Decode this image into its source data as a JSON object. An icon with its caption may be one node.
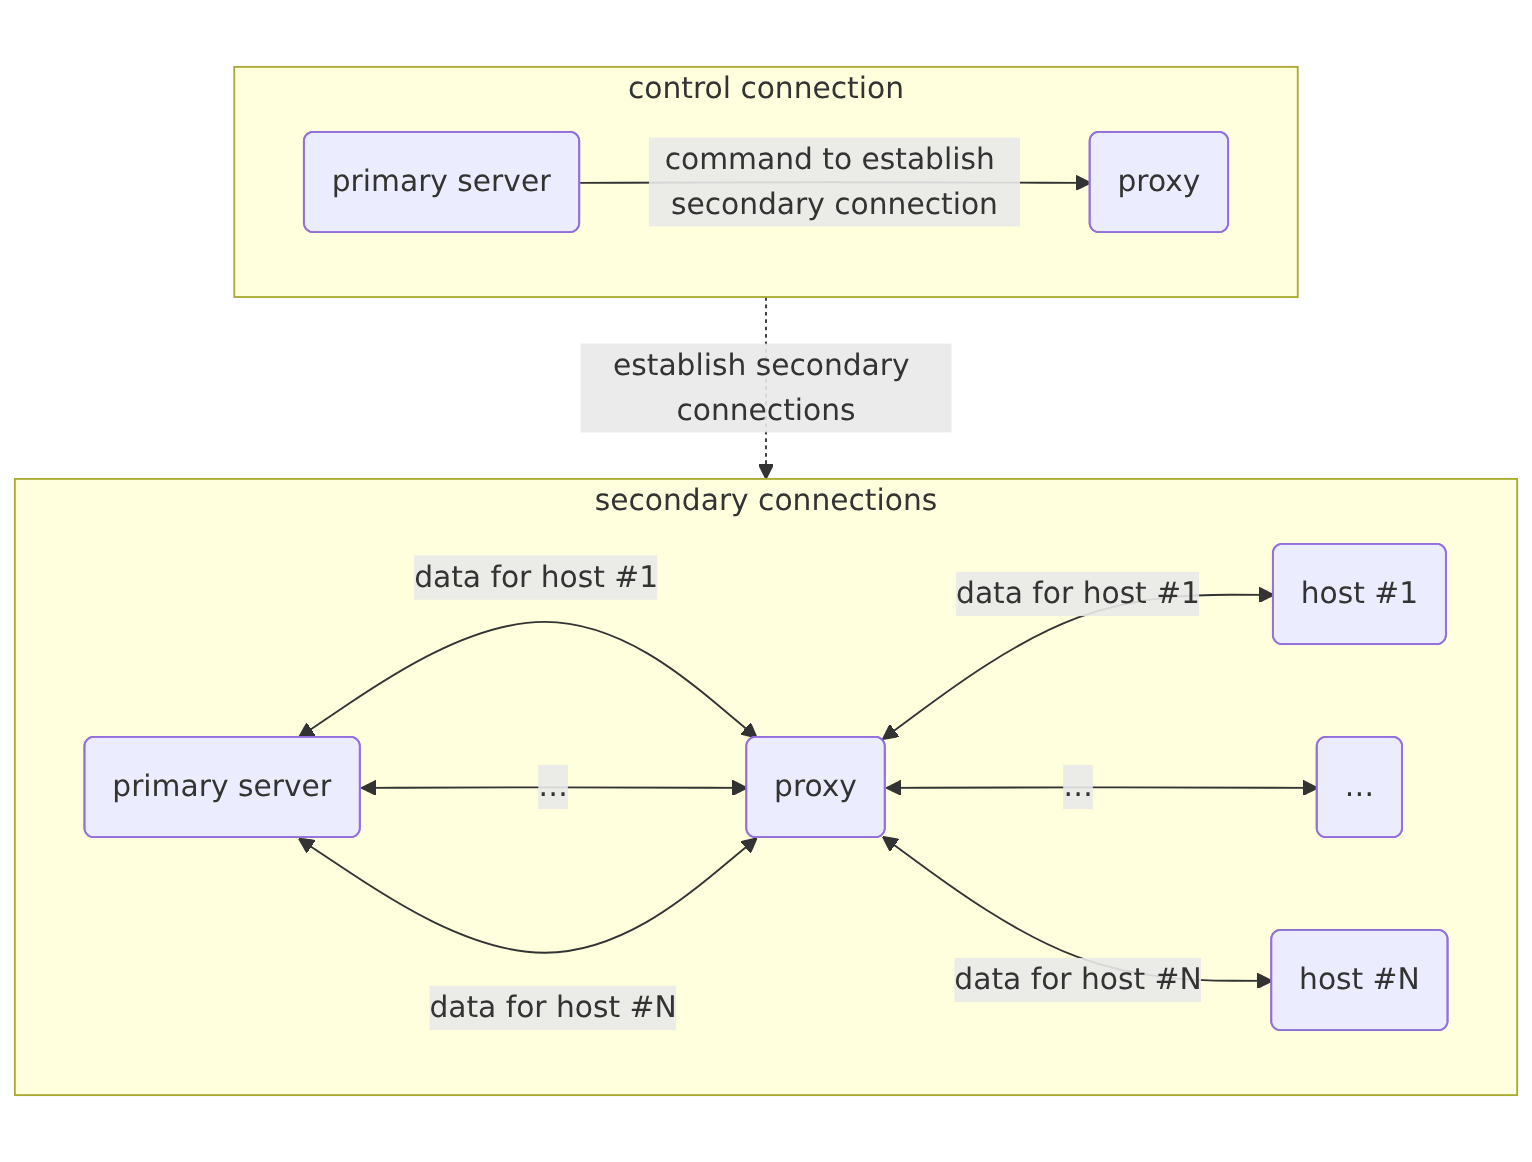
{
  "diagram": {
    "nodes": [
      {
        "text": [
          "control connection"
        ]
      },
      {
        "text": [
          "primary server"
        ],
        "in": 0
      },
      {
        "text": [
          "proxy"
        ],
        "in": 0
      },
      {
        "text": [
          "secondary connections"
        ]
      },
      {
        "text": [
          "primary server"
        ],
        "in": 3
      },
      {
        "text": [
          "proxy"
        ],
        "in": 3
      },
      {
        "text": [
          "host #1"
        ],
        "in": 3
      },
      {
        "text": [
          "…"
        ],
        "in": 3
      },
      {
        "text": [
          "host #N"
        ],
        "in": 3
      }
    ],
    "edges": [
      {
        "from": 1,
        "to": 2,
        "arrow": "to",
        "label": "command to establish secondary connection"
      },
      {
        "from": 0,
        "to": 3,
        "arrow": "to",
        "label": "establish secondary connections",
        "style": "dashed"
      },
      {
        "from": 4,
        "to": 5,
        "arrow": "both",
        "label": "data for host #1"
      },
      {
        "from": 4,
        "to": 5,
        "arrow": "both",
        "label": "…"
      },
      {
        "from": 4,
        "to": 5,
        "arrow": "both",
        "label": "data for host #N"
      },
      {
        "from": 5,
        "to": 6,
        "arrow": "both",
        "label": "data for host #1"
      },
      {
        "from": 5,
        "to": 7,
        "arrow": "both",
        "label": "…"
      },
      {
        "from": 5,
        "to": 8,
        "arrow": "both",
        "label": "data for host #N"
      }
    ]
  }
}
